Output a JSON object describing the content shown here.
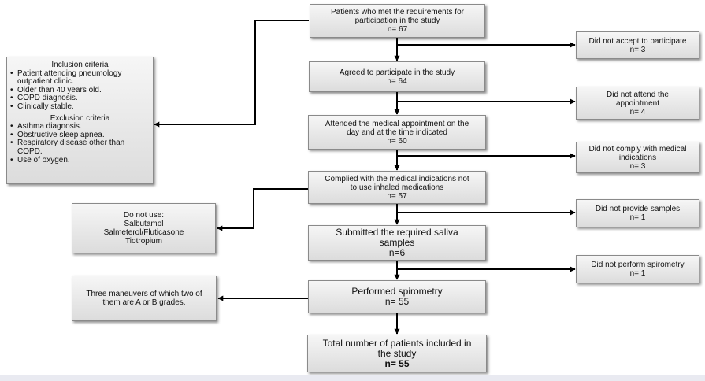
{
  "main_flow": [
    {
      "lines": [
        "Patients who met the requirements for",
        "participation in the study",
        "n= 67"
      ]
    },
    {
      "lines": [
        "Agreed to participate in the study",
        "n= 64"
      ]
    },
    {
      "lines": [
        "Attended the medical appointment on the",
        "day and at the time indicated",
        "n= 60"
      ]
    },
    {
      "lines": [
        "Complied with the medical indications not",
        "to use inhaled medications",
        "n= 57"
      ]
    },
    {
      "lines": [
        "Submitted the required saliva",
        "samples",
        "n=6"
      ]
    },
    {
      "lines": [
        "Performed spirometry",
        "n= 55"
      ]
    },
    {
      "lines": [
        "Total number of patients included in",
        "the study",
        "n= 55"
      ]
    }
  ],
  "exclusions": [
    {
      "lines": [
        "Did not accept to participate",
        "n= 3"
      ]
    },
    {
      "lines": [
        "Did not attend the",
        "appointment",
        "n= 4"
      ]
    },
    {
      "lines": [
        "Did not comply with medical",
        "indications",
        "n= 3"
      ]
    },
    {
      "lines": [
        "Did not provide samples",
        "n= 1"
      ]
    },
    {
      "lines": [
        "Did not perform spirometry",
        "n= 1"
      ]
    }
  ],
  "criteria": {
    "inclusion_title": "Inclusion criteria",
    "inclusion_items": [
      "Patient attending pneumology outpatient clinic.",
      "Older than 40 years old.",
      "COPD diagnosis.",
      "Clinically stable."
    ],
    "exclusion_title": "Exclusion criteria",
    "exclusion_items": [
      "Asthma diagnosis.",
      "Obstructive sleep apnea.",
      "Respiratory disease other than COPD.",
      "Use of oxygen."
    ]
  },
  "side_notes": {
    "medications": {
      "lines": [
        "Do not use:",
        "Salbutamol",
        "Salmeterol/Fluticasone",
        "Tiotropium"
      ]
    },
    "spirometry": {
      "lines": [
        "Three maneuvers of which two of",
        "them are A or B grades."
      ]
    }
  }
}
